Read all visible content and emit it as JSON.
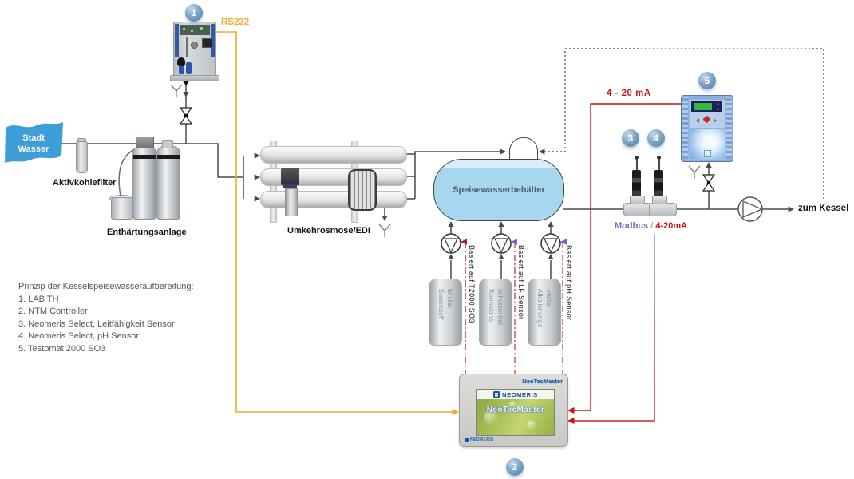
{
  "flag": {
    "line1": "Stadt",
    "line2": "Wasser"
  },
  "labels": {
    "rs232": "RS232",
    "aktivkohlefilter": "Aktivkohlefilter",
    "enthaertungsanlage": "Enthärtungsanlage",
    "umkehrosmose_edi": "Umkehrosmose/EDI",
    "speisewasserbehaelter": "Speisewasserbehälter",
    "signal_4_20": "4 - 20 mA",
    "modbus": "Modbus",
    "modbus_sep": " / ",
    "modbus_4_20": "4-20mA",
    "zum_kessel": "zum Kessel",
    "basiert_t2000": "Basiert auf T2000 SO3",
    "basiert_lf": "Basiert auf LF Sensor",
    "basiert_ph": "Basiert auf pH Sensor"
  },
  "markers": {
    "lab_th": "1",
    "ntm_controller": "2",
    "select_lf": "3",
    "select_ph": "4",
    "testomat": "5"
  },
  "drums": [
    {
      "line1": "Sauerstoff-",
      "line2": "binder"
    },
    {
      "line1": "Korrosions-",
      "line2": "schutzmittel"
    },
    {
      "line1": "Alkalisirungs",
      "line2": "-mittel"
    }
  ],
  "legend": {
    "title": "Prinzip der Kesselspeisewasseraufbereitung:",
    "items": [
      "1. LAB TH",
      "2. NTM Controller",
      "3. Neomeris Select, Leitfähigkeit Sensor",
      "4. Neomeris Select, pH Sensor",
      "5. Testomat 2000 SO3"
    ]
  },
  "ntm_panel": {
    "corner_label": "NeoTecMaster",
    "brand": "NEOMERIS",
    "screen_title": "NeoTecMaster",
    "footer_brand": "NEOMERIS"
  },
  "colors": {
    "accent_orange": "#F5A829",
    "accent_red": "#CC1111",
    "accent_purple": "#7B68B5",
    "flag_blue": "#3D9ED8",
    "tank_blue": "#A6D7EE"
  }
}
